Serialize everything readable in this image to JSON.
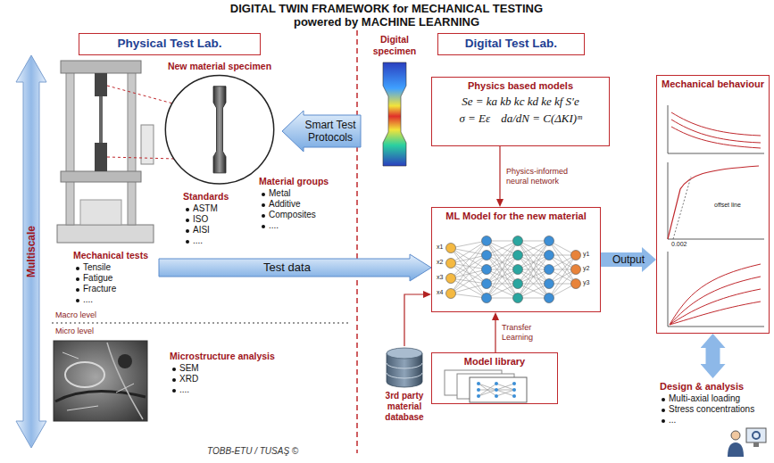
{
  "diagram": {
    "title": "DIGITAL TWIN FRAMEWORK for MECHANICAL TESTING powered by MACHINE LEARNING",
    "nodes": [
      {
        "text": [
          "Physical Test Lab."
        ]
      },
      {
        "text": [
          "Digital Test Lab."
        ]
      },
      {
        "text": [
          "Multiscale"
        ]
      },
      {
        "text": [
          "New material specimen"
        ]
      },
      {
        "text": [
          "Smart Test Protocols"
        ]
      },
      {
        "text": [
          "Physics based models",
          "Se = ka kb kc kd ke kf S′e",
          "σ = Eε",
          "da/dN = C(ΔKI)ᵐ"
        ]
      },
      {
        "text": [
          "Mechanical behaviour"
        ]
      },
      {
        "text": [
          "Test data"
        ]
      },
      {
        "text": [
          "ML Model for the new material"
        ]
      },
      {
        "text": [
          "Model library"
        ]
      },
      {
        "text": [
          "3rd party material database"
        ]
      },
      {
        "text": [
          "Design & analysis",
          "Multi-axial loading",
          "Stress concentrations",
          "..."
        ]
      }
    ],
    "edges": [
      {
        "from": 5,
        "to": 8,
        "label": "Physics-informed neural network",
        "arrow": "to"
      },
      {
        "from": 9,
        "to": 8,
        "label": "Transfer Learning",
        "arrow": "to"
      },
      {
        "from": 10,
        "to": 8,
        "arrow": "to"
      },
      {
        "from": 8,
        "to": 6,
        "label": "Output",
        "arrow": "to"
      },
      {
        "from": 6,
        "to": 11,
        "arrow": "both"
      }
    ],
    "labels": [
      "Material groups",
      "Metal",
      "Additive",
      "Composites",
      "....",
      "Standards",
      "ASTM",
      "ISO",
      "AISI",
      "....",
      "Mechanical tests",
      "Tensile",
      "Fatigue",
      "Fracture",
      "....",
      "Macro level",
      "Micro level",
      "Microstructure analysis",
      "SEM",
      "XRD",
      "....",
      "Digital specimen",
      "x1",
      "x2",
      "x3",
      "x4",
      "y1",
      "y2",
      "y3",
      "0.002",
      "offset line",
      "TOBB-ETU / TUSAŞ ©"
    ]
  }
}
